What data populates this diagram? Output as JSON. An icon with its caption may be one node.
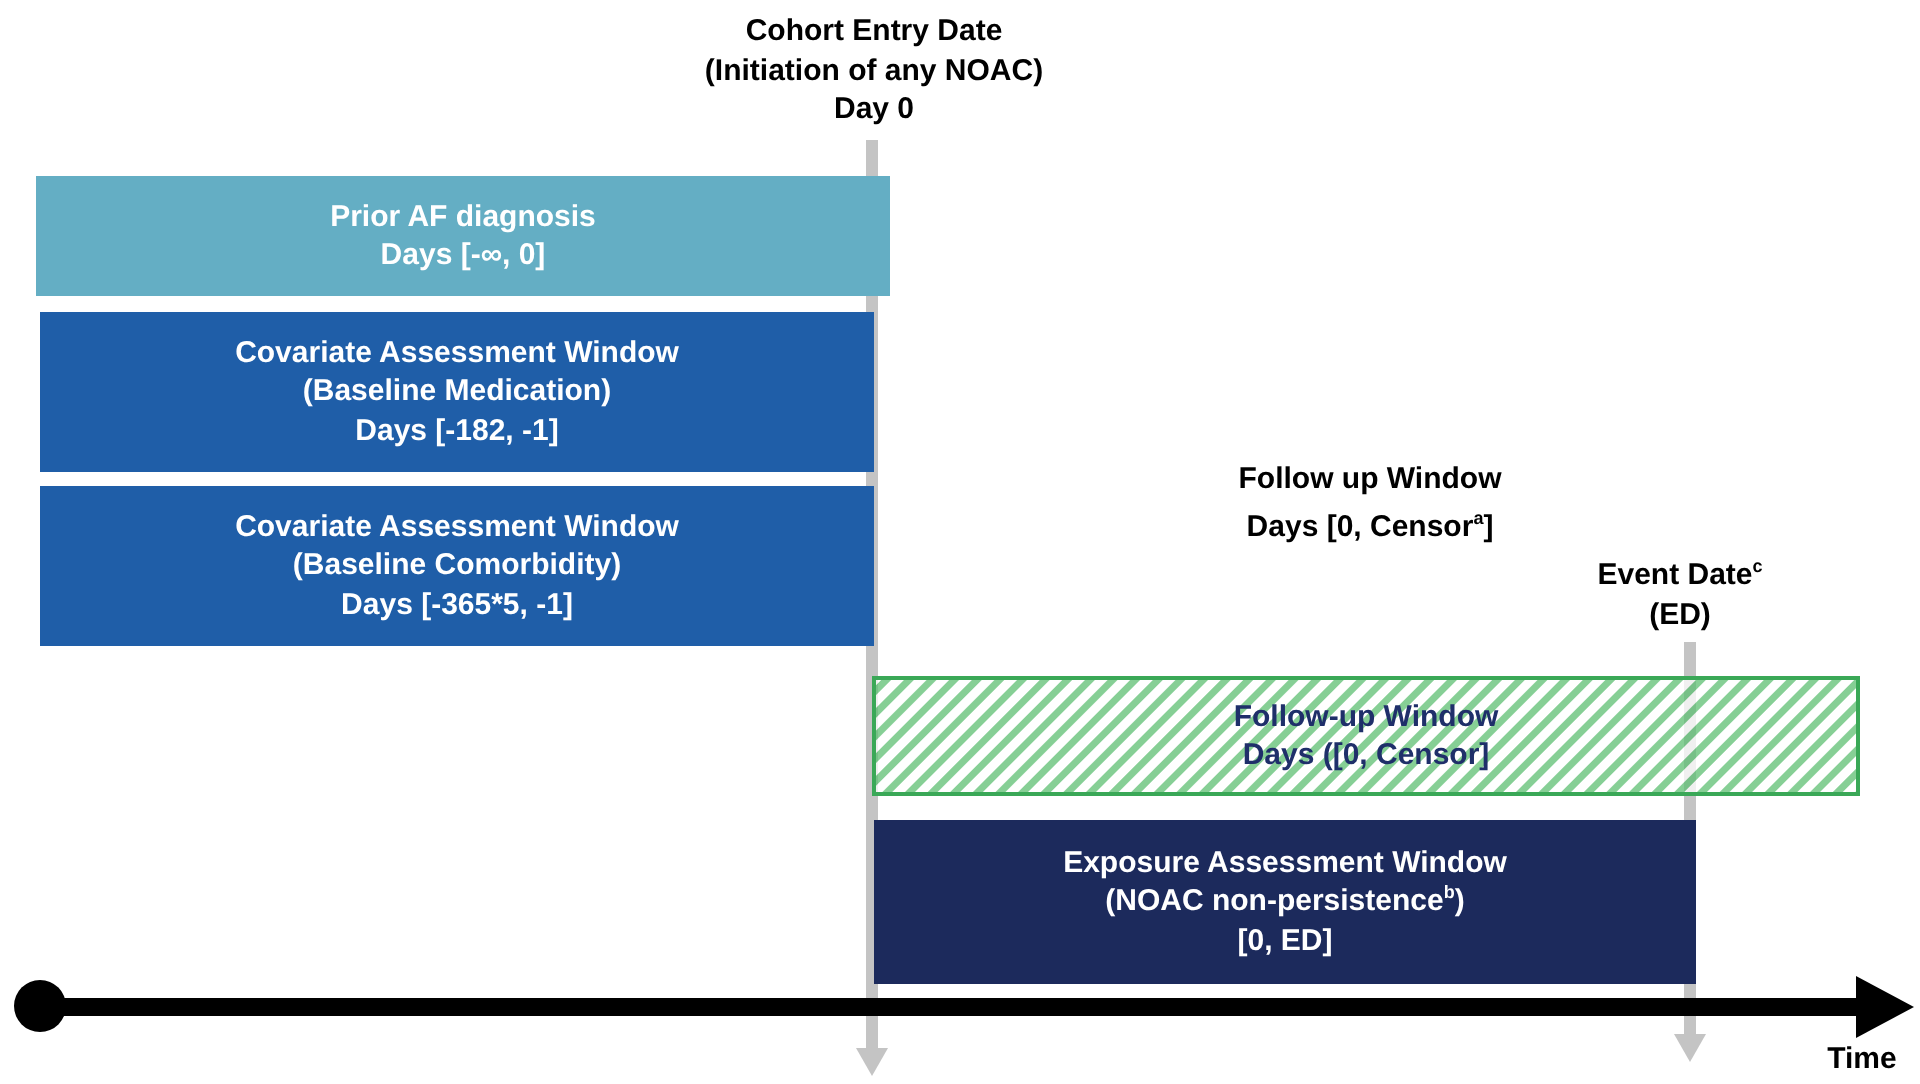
{
  "diagram": {
    "nodes": [
      {
        "text": [
          "Prior AF diagnosis",
          "Days [-∞, 0]"
        ]
      },
      {
        "text": [
          "Covariate Assessment Window",
          "(Baseline Medication)",
          "Days [-182, -1]"
        ]
      },
      {
        "text": [
          "Covariate Assessment Window",
          "(Baseline Comorbidity)",
          "Days [-365*5, -1]"
        ]
      },
      {
        "text": [
          "Follow-up Window",
          "Days ([0, Censor]"
        ]
      },
      {
        "text": [
          "Exposure Assessment Window",
          "(NOAC non-persistence$^{b}$)",
          "[0, ED]"
        ]
      }
    ],
    "labels": [
      "Cohort Entry Date (Initiation of any NOAC) Day 0",
      "Follow up Window",
      "Days [0, Censor$^{a}$]",
      "Event Date$^{c}$ (ED)",
      "Time"
    ]
  }
}
